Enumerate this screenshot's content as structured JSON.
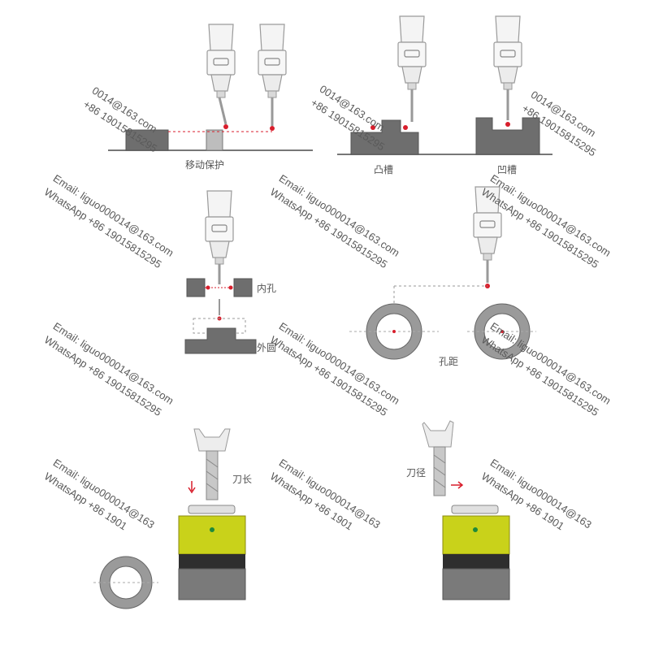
{
  "labels": {
    "move_protect": "移动保护",
    "boss": "凸槽",
    "groove": "凹槽",
    "inner_hole": "内孔",
    "outer": "外圆",
    "hole_pitch": "孔距",
    "tool_length": "刀长",
    "tool_diameter": "刀径"
  },
  "watermark": {
    "email": "Email: liguo000014@163.com",
    "whatsapp": "WhatsApp +86 19015815295",
    "email_partial": "Email: liguo000014@163",
    "whatsapp_partial": "WhatsApp +86 1901",
    "top_email_fragment": "0014@163.com",
    "top_phone": "+86 19015815295"
  },
  "colors": {
    "probe_body": "#f2f2f2",
    "probe_outline": "#9a9a9a",
    "block": "#6e6e6e",
    "base_line": "#777777",
    "contact_point": "#d81e2c",
    "setter_yellow": "#c9d21a",
    "setter_black": "#2e2e2e",
    "setter_gray": "#7a7a7a"
  }
}
